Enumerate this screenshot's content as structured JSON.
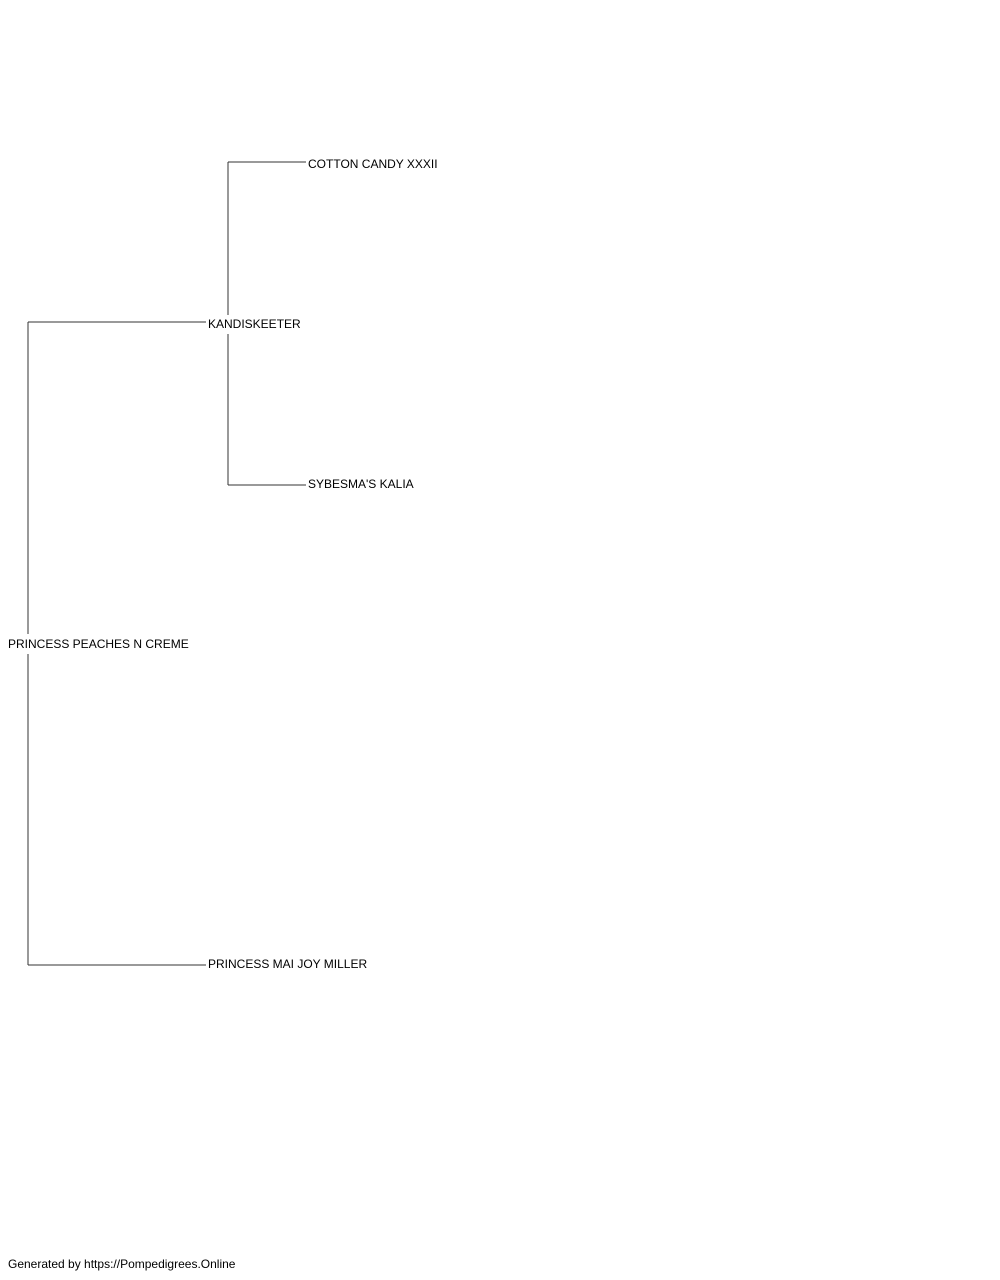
{
  "pedigree": {
    "subject": "PRINCESS PEACHES N CREME",
    "sire": "KANDISKEETER",
    "dam": "PRINCESS MAI JOY MILLER",
    "sire_sire": "COTTON CANDY XXXII",
    "sire_dam": "SYBESMA'S KALIA"
  },
  "colors": {
    "line": "#333333",
    "text": "#000000",
    "background": "#ffffff"
  },
  "footer": {
    "text": "Generated by https://Pompedigrees.Online"
  }
}
